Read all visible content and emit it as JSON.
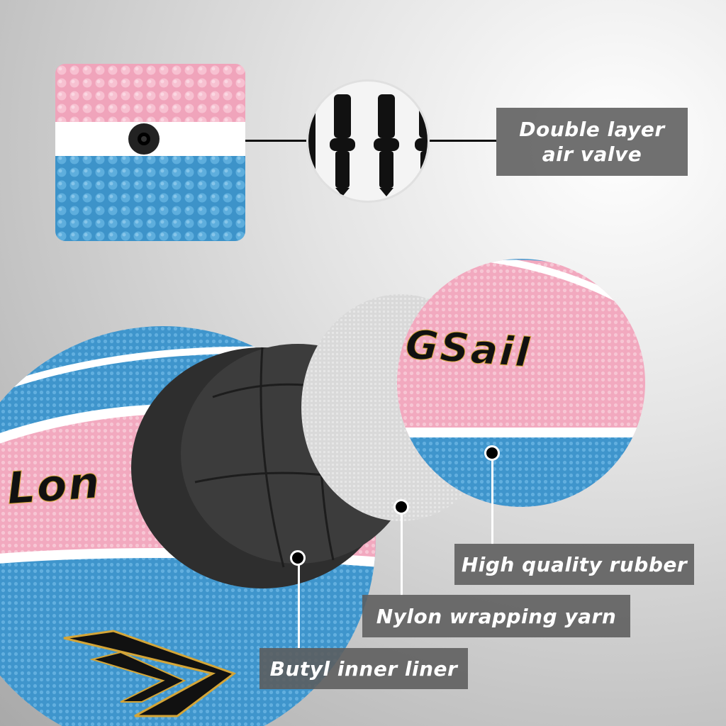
{
  "callouts": {
    "valve": {
      "line1": "Double layer",
      "line2": "air valve"
    },
    "rubber": "High quality rubber",
    "nylon": "Nylon wrapping yarn",
    "butyl": "Butyl inner liner"
  },
  "ball_text": {
    "left_partial": "Lon",
    "right": "GSail"
  },
  "colors": {
    "pink": "#f3aac0",
    "blue": "#4ea0d2",
    "white_stripe": "#ffffff",
    "label_bg": "#5c5c5c",
    "bladder": "#2b2b2b",
    "nylon": "#dedede"
  }
}
